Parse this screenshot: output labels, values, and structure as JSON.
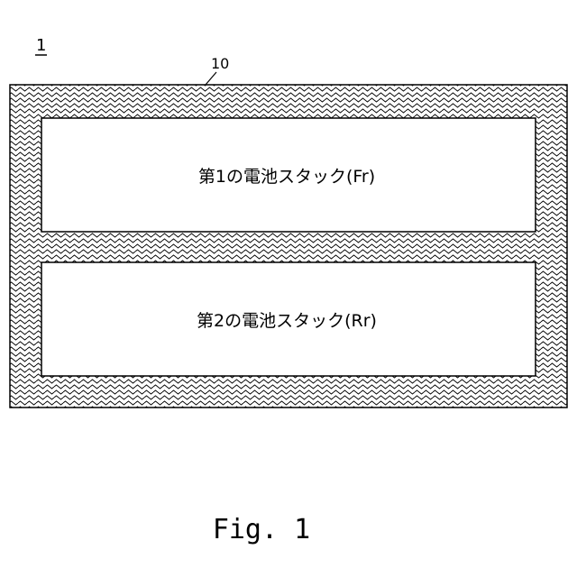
{
  "diagram": {
    "device_ref": "1",
    "housing_ref": "10",
    "stacks": [
      {
        "label": "第1の電池スタック(Fr)"
      },
      {
        "label": "第2の電池スタック(Rr)"
      }
    ],
    "caption": "Fig. 1"
  }
}
